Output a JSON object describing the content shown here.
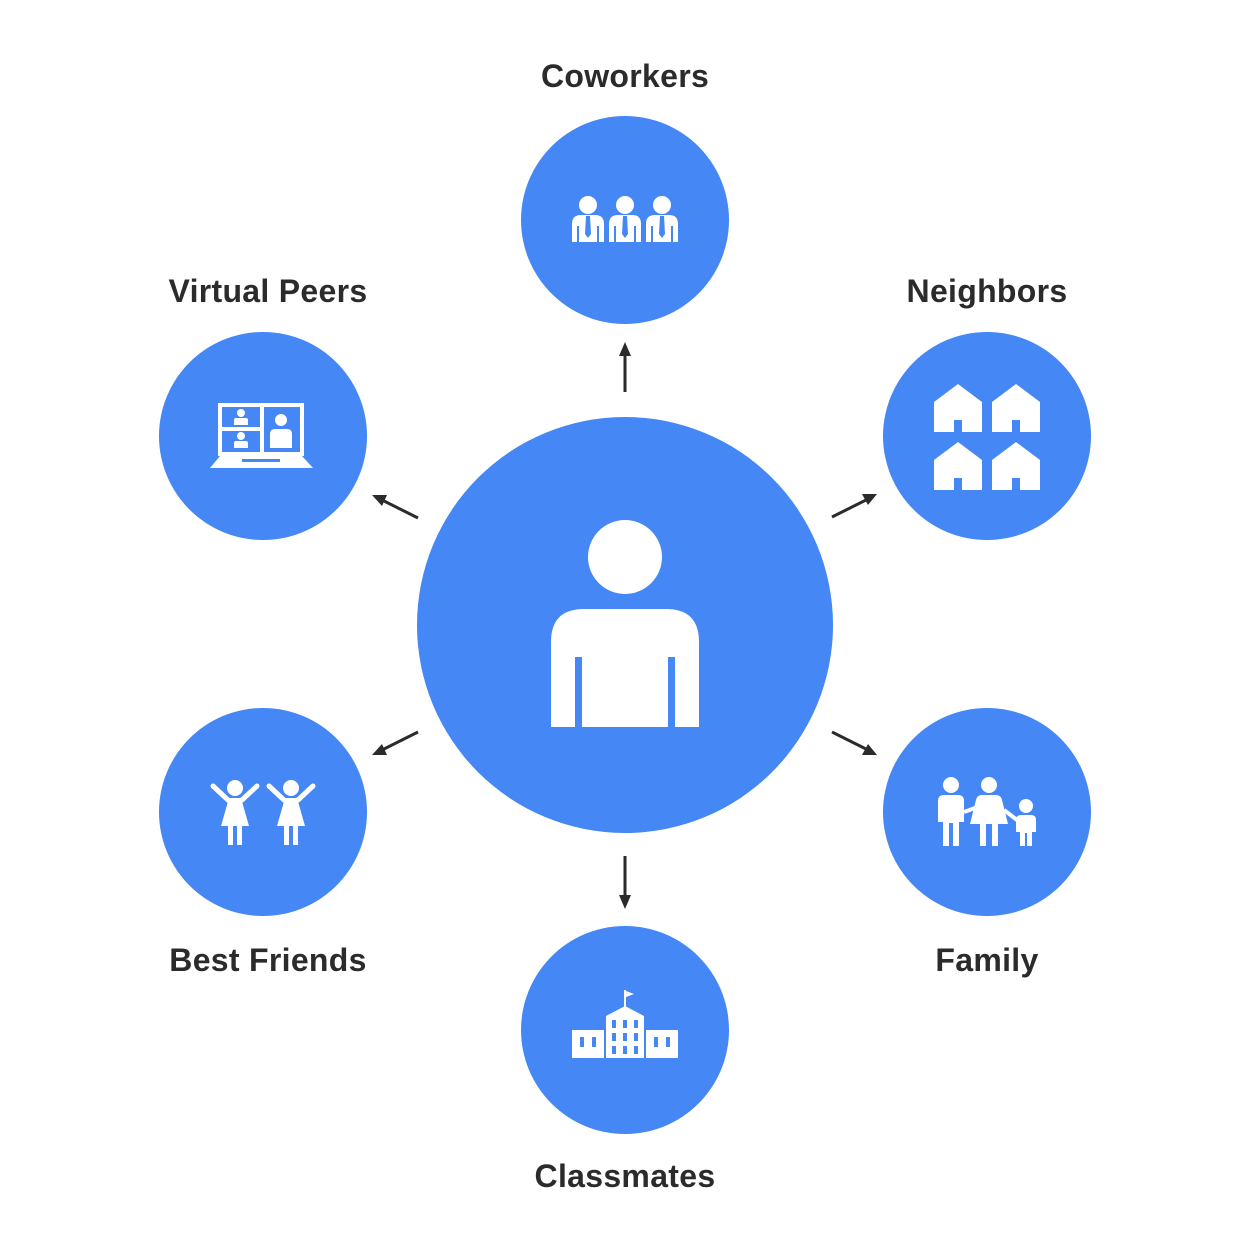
{
  "diagram": {
    "center": {
      "icon": "person-icon"
    },
    "nodes": [
      {
        "id": "coworkers",
        "label": "Coworkers",
        "icon": "coworkers-icon"
      },
      {
        "id": "neighbors",
        "label": "Neighbors",
        "icon": "houses-icon"
      },
      {
        "id": "family",
        "label": "Family",
        "icon": "family-icon"
      },
      {
        "id": "classmates",
        "label": "Classmates",
        "icon": "school-icon"
      },
      {
        "id": "best_friends",
        "label": "Best Friends",
        "icon": "friends-icon"
      },
      {
        "id": "virtual_peers",
        "label": "Virtual Peers",
        "icon": "video-call-laptop-icon"
      }
    ],
    "colors": {
      "disc": "#4487f5",
      "icon": "#ffffff",
      "text": "#2b2b2b",
      "arrow": "#2b2b2b"
    }
  }
}
